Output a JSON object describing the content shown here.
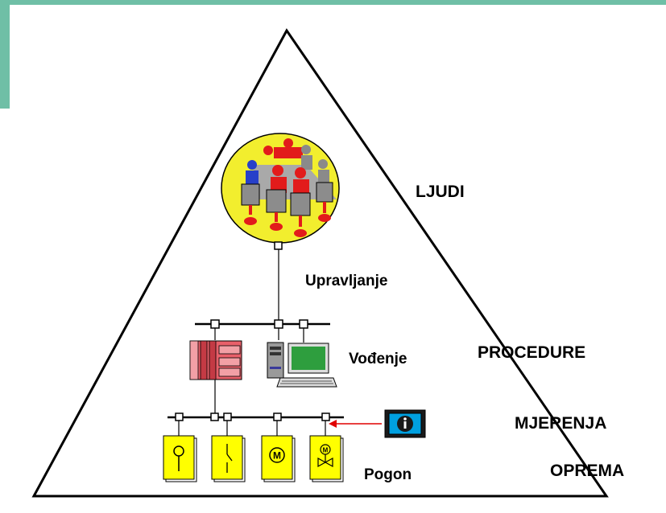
{
  "colors": {
    "accent_teal": "#6fbfa6",
    "meeting_ellipse": "#f2ee2e",
    "people_red": "#e21b1b",
    "people_blue": "#2740c9",
    "device_yellow": "#ffff00",
    "plc_red": "#e8606a",
    "info_box": "#00a0e0",
    "signal_arrow": "#e00000",
    "monitor_green": "#2e9e3e"
  },
  "layers": {
    "ljudi": "LJUDI",
    "procedure": "PROCEDURE",
    "mjerenja": "MJERENJA",
    "oprema": "OPREMA"
  },
  "levels": {
    "upravljanje": "Upravljanje",
    "vodenje": "Vođenje",
    "pogon": "Pogon"
  },
  "icons": {
    "meeting": "people-meeting-icon",
    "plc": "plc-rack-icon",
    "computer": "workstation-icon",
    "info": "info-icon",
    "sensor": "sensor-icon",
    "switch": "switch-icon",
    "motor": "motor-icon",
    "valve": "valve-icon"
  },
  "device_glyphs": {
    "motor": "M"
  }
}
